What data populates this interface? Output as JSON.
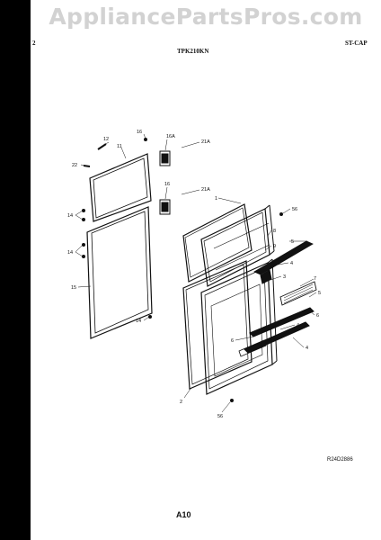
{
  "header": {
    "watermark": "AppliancePartsPros.com",
    "page_number": "2",
    "model": "TPK210KN",
    "category": "ST-CAP"
  },
  "footer": {
    "drawing_code": "R24D2886",
    "figure_code": "A10"
  },
  "callouts": [
    {
      "id": "12",
      "text": "12"
    },
    {
      "id": "16-top",
      "text": "16"
    },
    {
      "id": "16a",
      "text": "16A"
    },
    {
      "id": "21a-top",
      "text": "21A"
    },
    {
      "id": "11",
      "text": "11"
    },
    {
      "id": "22",
      "text": "22"
    },
    {
      "id": "16-mid",
      "text": "16"
    },
    {
      "id": "21a-mid",
      "text": "21A"
    },
    {
      "id": "1",
      "text": "1"
    },
    {
      "id": "56-top",
      "text": "56"
    },
    {
      "id": "14-a",
      "text": "14"
    },
    {
      "id": "14-b",
      "text": "14"
    },
    {
      "id": "5",
      "text": "5"
    },
    {
      "id": "8",
      "text": "8"
    },
    {
      "id": "9",
      "text": "9"
    },
    {
      "id": "4-a",
      "text": "4"
    },
    {
      "id": "3",
      "text": "3"
    },
    {
      "id": "15",
      "text": "15"
    },
    {
      "id": "7",
      "text": "7"
    },
    {
      "id": "5b",
      "text": "5"
    },
    {
      "id": "6",
      "text": "6"
    },
    {
      "id": "14-c",
      "text": "14"
    },
    {
      "id": "4-b",
      "text": "4"
    },
    {
      "id": "6b",
      "text": "6"
    },
    {
      "id": "4-c",
      "text": "4"
    },
    {
      "id": "2",
      "text": "2"
    },
    {
      "id": "56-bottom",
      "text": "56"
    }
  ]
}
